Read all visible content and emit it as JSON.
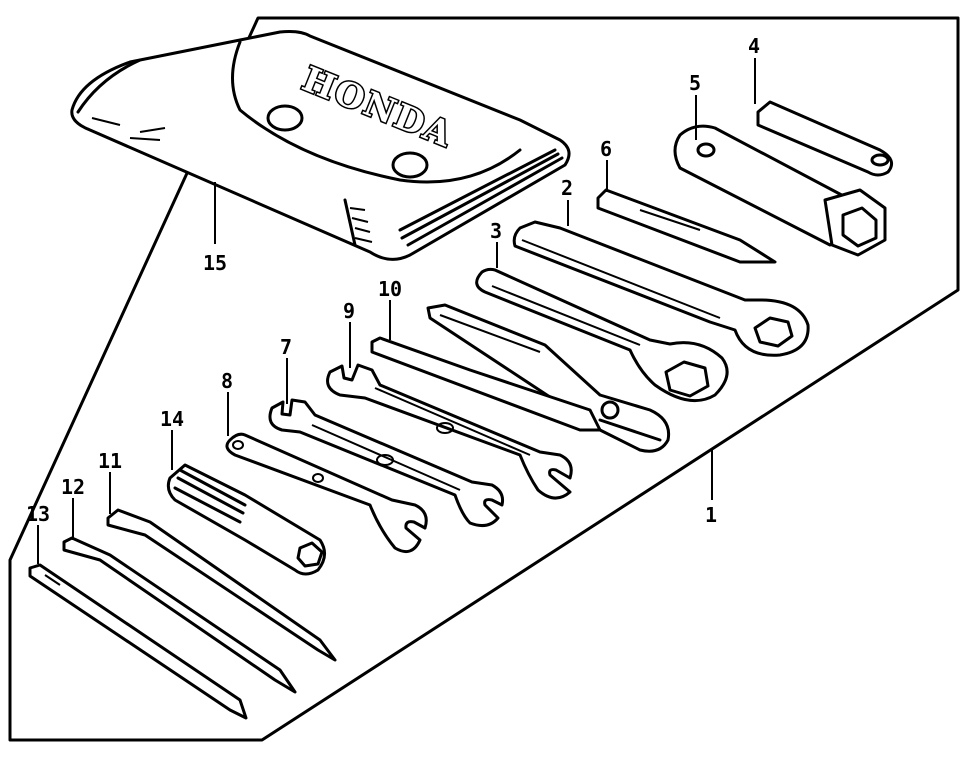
{
  "diagram": {
    "brand_logo_text": "HONDA",
    "callouts": [
      {
        "id": "1",
        "label": "1"
      },
      {
        "id": "2",
        "label": "2"
      },
      {
        "id": "3",
        "label": "3"
      },
      {
        "id": "4",
        "label": "4"
      },
      {
        "id": "5",
        "label": "5"
      },
      {
        "id": "6",
        "label": "6"
      },
      {
        "id": "7",
        "label": "7"
      },
      {
        "id": "8",
        "label": "8"
      },
      {
        "id": "9",
        "label": "9"
      },
      {
        "id": "10",
        "label": "10"
      },
      {
        "id": "11",
        "label": "11"
      },
      {
        "id": "12",
        "label": "12"
      },
      {
        "id": "13",
        "label": "13"
      },
      {
        "id": "14",
        "label": "14"
      },
      {
        "id": "15",
        "label": "15"
      }
    ]
  }
}
